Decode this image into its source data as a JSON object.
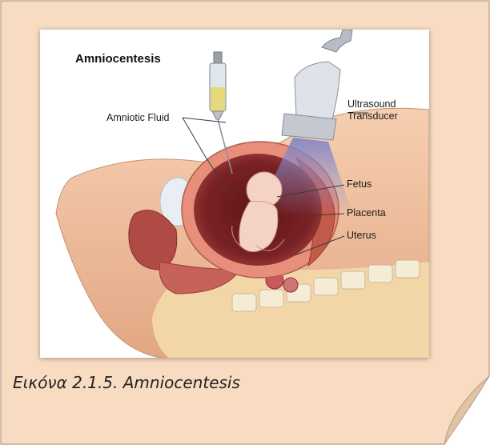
{
  "diagram": {
    "title": "Amniocentesis",
    "labels": {
      "amniotic_fluid": "Amniotic Fluid",
      "ultrasound_line1": "Ultrasound",
      "ultrasound_line2": "Transducer",
      "fetus": "Fetus",
      "placenta": "Placenta",
      "uterus": "Uterus"
    }
  },
  "caption": "Εικόνα 2.1.5. Amniocentesis",
  "colors": {
    "note_background": "#f8dcc2",
    "note_border": "#b39a82",
    "skin": "#f1c4a2",
    "amniotic_sac": "#a8483f",
    "fetus": "#f4d3c4",
    "ultrasound_beam": "#8f94d0"
  }
}
